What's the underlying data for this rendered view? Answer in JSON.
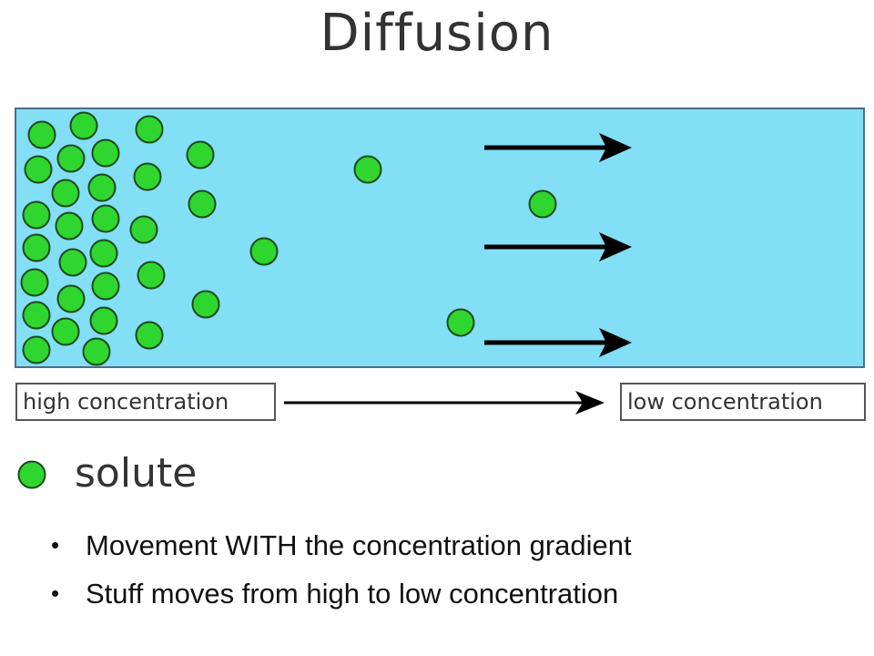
{
  "title": "Diffusion",
  "diagram": {
    "labels": {
      "high": "high concentration",
      "low": "low concentration"
    },
    "legend": {
      "label": "solute"
    },
    "colors": {
      "background": "#82dff6",
      "solute_fill": "#2fd62f",
      "solute_stroke": "#1a4a1a",
      "arrow": "#000000"
    },
    "flow_direction_arrow_count": 3
  },
  "bullets": [
    "Movement WITH the concentration gradient",
    "Stuff moves from high to low concentration"
  ]
}
